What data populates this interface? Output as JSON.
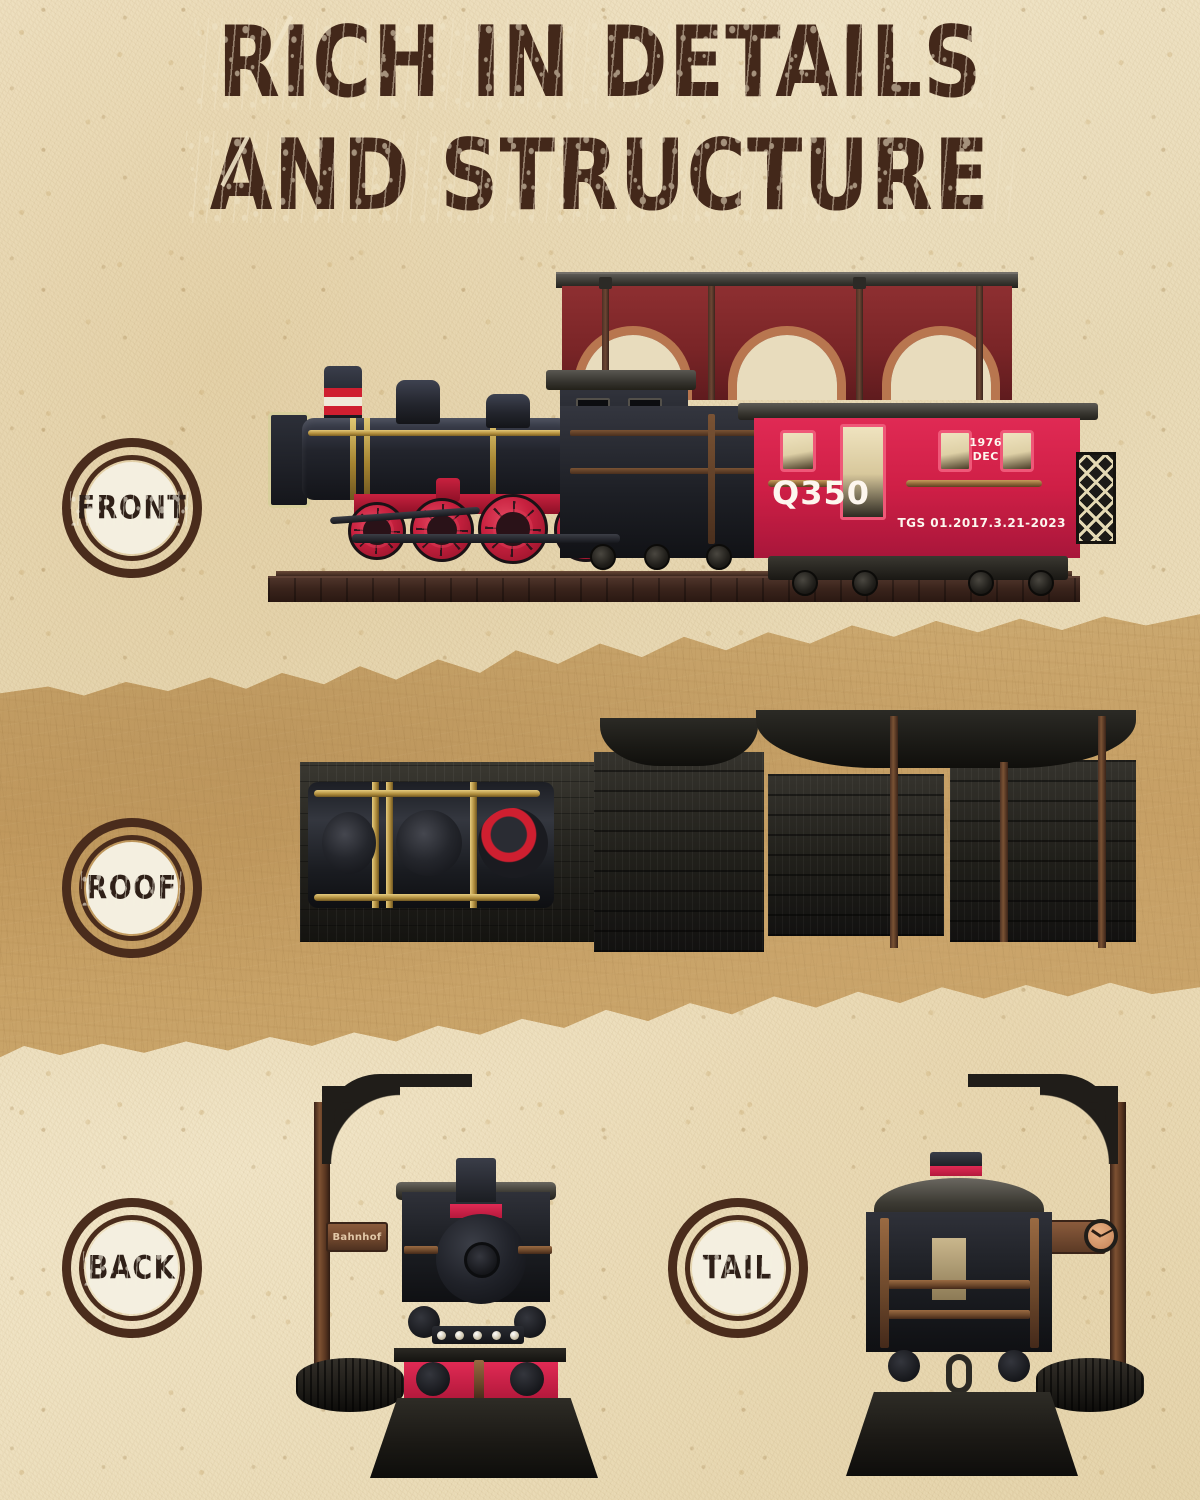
{
  "poster": {
    "title_line_1": "RICH IN DETAILS",
    "title_line_2": "AND STRUCTURE",
    "colors": {
      "paper_cream": "#efe3c6",
      "band_tan": "#c8a269",
      "title_brown": "#43281a",
      "badge_ring": "#4a2c1c",
      "badge_disc": "#f4efe0",
      "car_red": "#cf1f46",
      "wheel_red": "#c8213f",
      "brass": "#ad8a3a",
      "canopy_red": "#7a2527"
    }
  },
  "badges": [
    {
      "id": "front",
      "label": "FRONT"
    },
    {
      "id": "roof",
      "label": "ROOF"
    },
    {
      "id": "back",
      "label": "BACK"
    },
    {
      "id": "tail",
      "label": "TAIL"
    }
  ],
  "model": {
    "car_markings": {
      "code": "Q350",
      "year_line_1": "1976",
      "year_line_2": "DEC",
      "serial": "TGS 01.2017.3.21-2023"
    },
    "signage": {
      "station_name": "Bahnhof"
    }
  }
}
